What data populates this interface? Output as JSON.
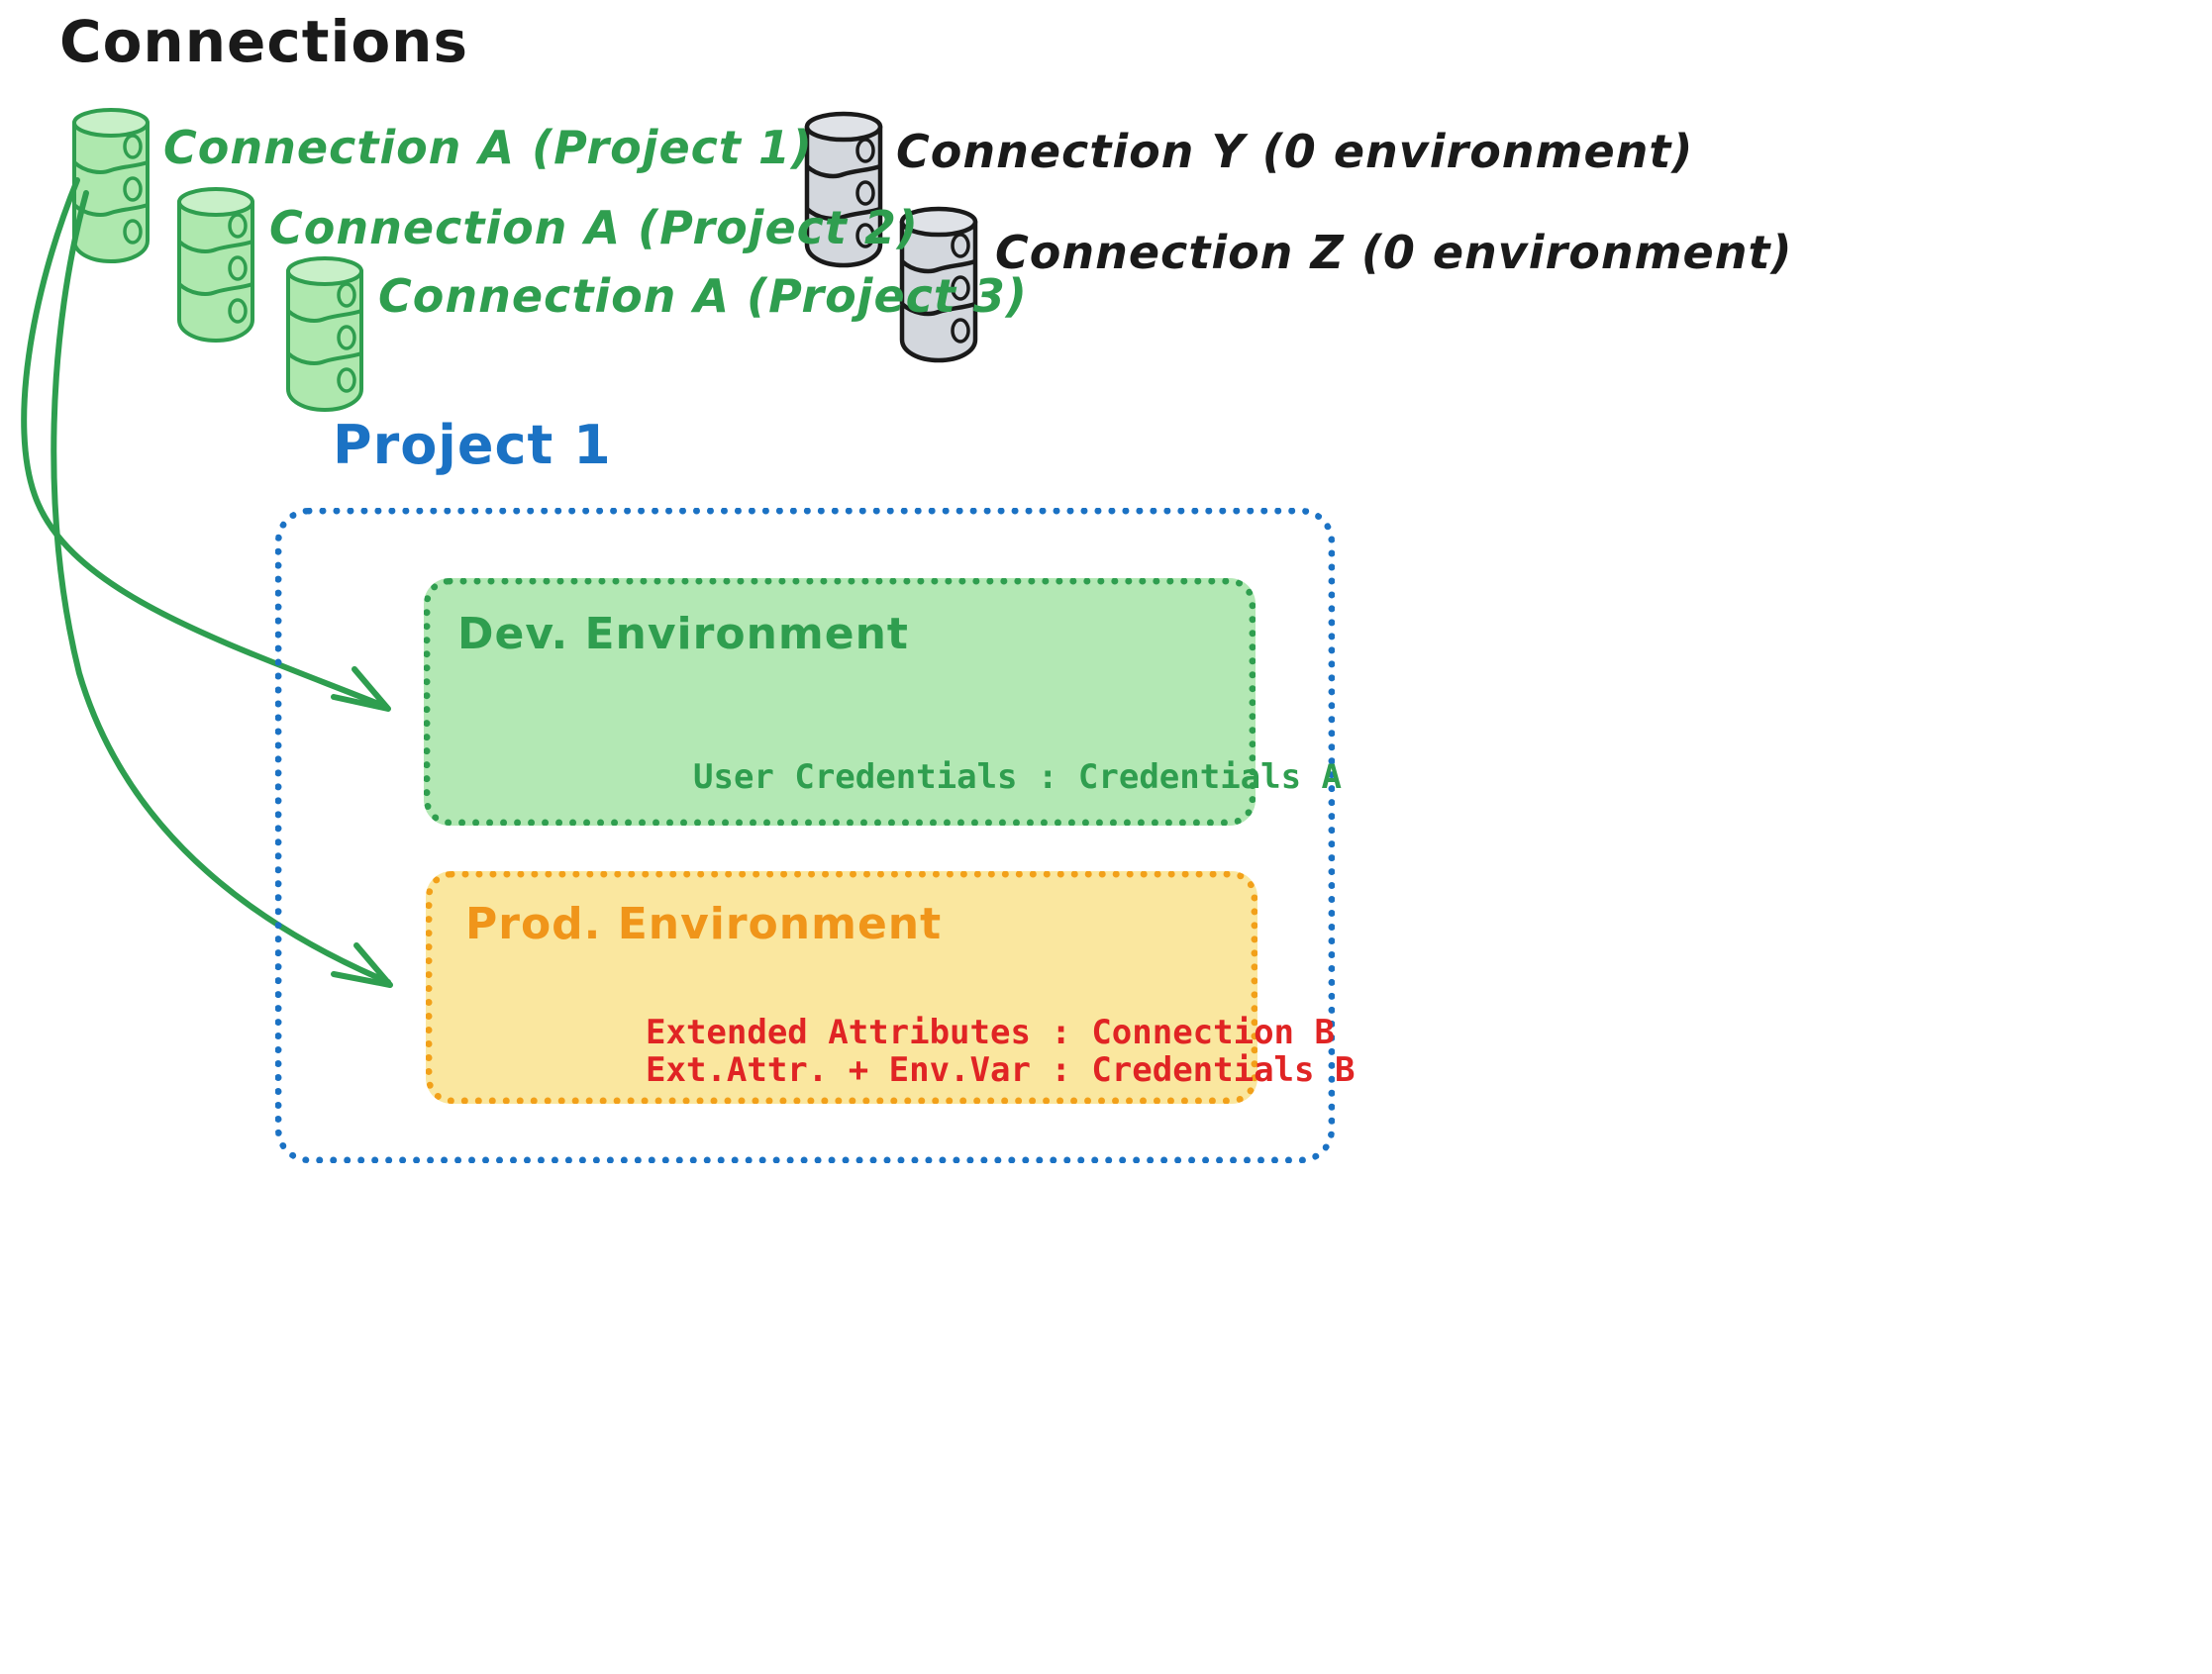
{
  "diagram": {
    "title": "Connections",
    "title_color": "#1a1a1a",
    "background": "#ffffff"
  },
  "connections": {
    "green": [
      {
        "id": "connection-a-project-1",
        "label": "Connection A (Project 1)",
        "color": "#2f9e4f",
        "fill": "#aee8ae"
      },
      {
        "id": "connection-a-project-2",
        "label": "Connection A (Project 2)",
        "color": "#2f9e4f",
        "fill": "#aee8ae"
      },
      {
        "id": "connection-a-project-3",
        "label": "Connection A (Project 3)",
        "color": "#2f9e4f",
        "fill": "#aee8ae"
      }
    ],
    "grey": [
      {
        "id": "connection-y",
        "label": "Connection Y (0 environment)",
        "color": "#1a1a1a",
        "fill": "#d3d7dd"
      },
      {
        "id": "connection-z",
        "label": "Connection Z (0 environment)",
        "color": "#1a1a1a",
        "fill": "#d3d7dd"
      }
    ]
  },
  "project": {
    "label": "Project 1",
    "border_color": "#1b72c4",
    "environments": [
      {
        "id": "dev-environment",
        "label": "Dev. Environment",
        "title_color": "#2f9e4f",
        "border_color": "#2f9e4f",
        "fill": "#b3e8b4",
        "entries": [
          {
            "key": "User Credentials",
            "value": "Credentials A",
            "text": "User Credentials : Credentials A",
            "color": "#2f9e4f"
          }
        ]
      },
      {
        "id": "prod-environment",
        "label": "Prod. Environment",
        "title_color": "#f0951a",
        "border_color": "#f2a019",
        "fill": "#fae79f",
        "entries": [
          {
            "key": "Extended Attributes",
            "value": "Connection B",
            "text": "Extended Attributes : Connection B",
            "color": "#e02424"
          },
          {
            "key": "Ext.Attr. + Env.Var",
            "value": "Credentials B",
            "text": "Ext.Attr. + Env.Var : Credentials B",
            "color": "#e02424"
          }
        ]
      }
    ]
  },
  "arrows": {
    "color": "#2e9e4f",
    "items": [
      {
        "id": "arrow-connection-a-to-dev",
        "from": "connection-a-project-1",
        "to": "dev-environment"
      },
      {
        "id": "arrow-connection-a-to-prod",
        "from": "connection-a-project-1",
        "to": "prod-environment"
      }
    ]
  },
  "icons": {
    "database": "database-icon"
  }
}
